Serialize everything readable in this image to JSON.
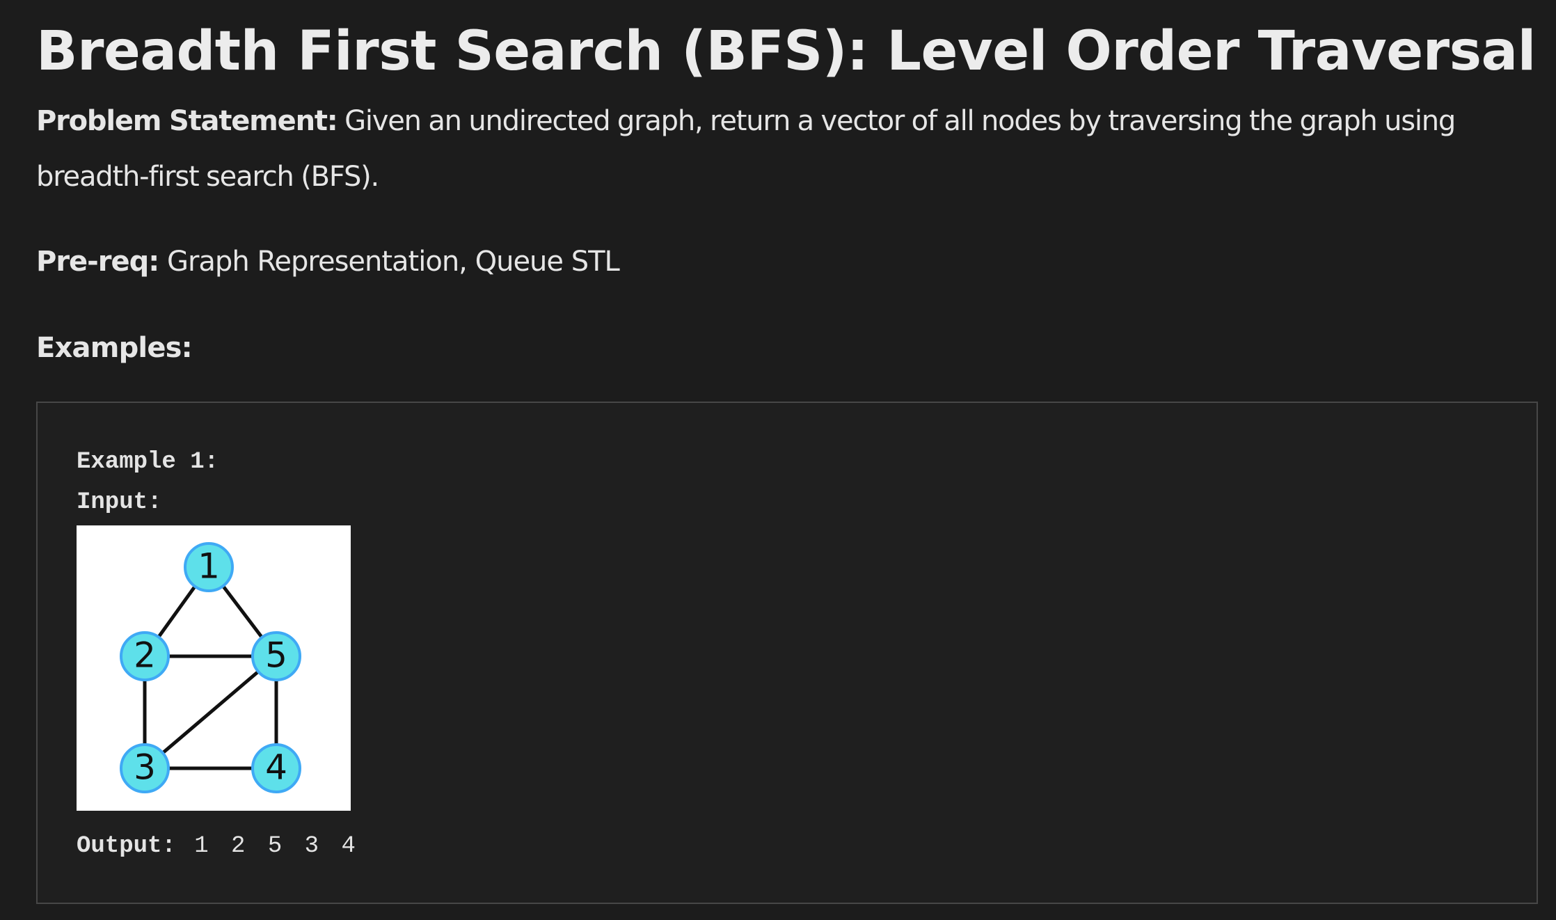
{
  "title": "Breadth First Search (BFS): Level Order Traversal",
  "problem": {
    "label": "Problem Statement:",
    "text": " Given an undirected graph, return a vector of all nodes by traversing the graph using breadth-first search (BFS)."
  },
  "prereq": {
    "label": "Pre-req:",
    "text": " Graph Representation, Queue STL"
  },
  "examples_heading": "Examples:",
  "example1": {
    "title": "Example 1:",
    "input_label": "Input:",
    "output_label": "Output:",
    "output_value": " 1 2 5 3 4",
    "graph": {
      "nodes": [
        "1",
        "2",
        "5",
        "3",
        "4"
      ],
      "edges": [
        [
          "1",
          "2"
        ],
        [
          "1",
          "5"
        ],
        [
          "2",
          "5"
        ],
        [
          "2",
          "3"
        ],
        [
          "3",
          "5"
        ],
        [
          "3",
          "4"
        ],
        [
          "5",
          "4"
        ]
      ],
      "node_fill": "#5ee0ea",
      "node_stroke": "#3fa9f5",
      "edge_color": "#111111"
    }
  }
}
